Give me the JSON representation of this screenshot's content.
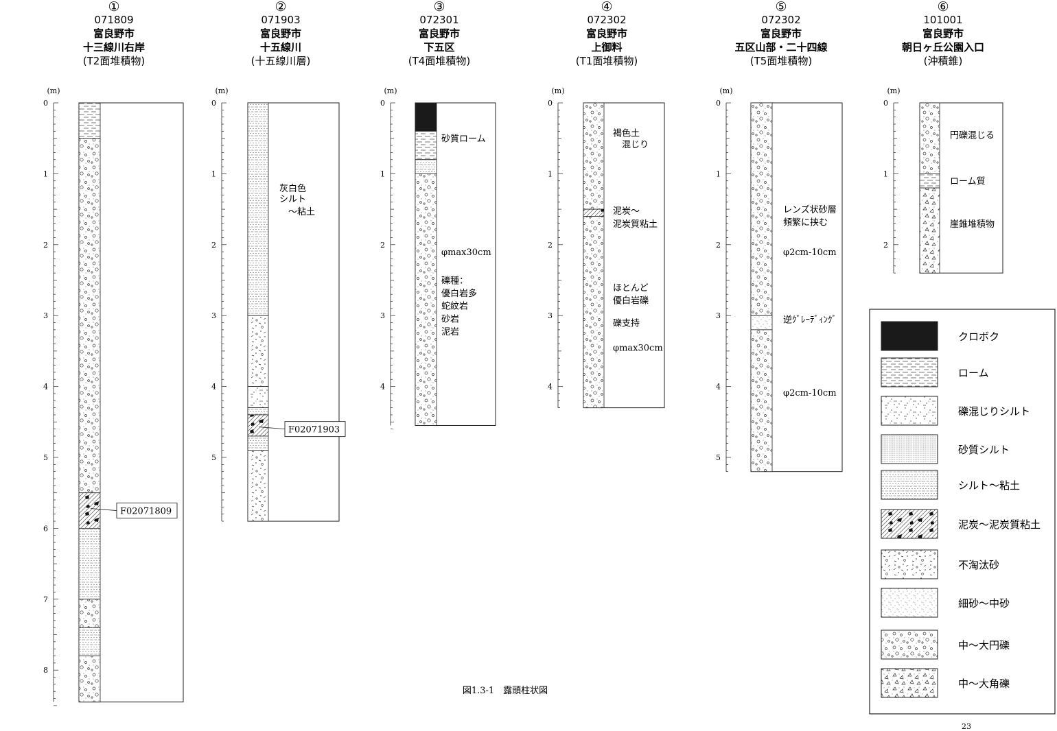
{
  "columns": [
    {
      "num": "①",
      "code": "071809",
      "city": "富良野市",
      "place": "十三線川右岸",
      "unit": "(T2面堆積物)",
      "unit_label": "(m)",
      "total_depth": 8.45,
      "ticks": [
        0,
        1,
        2,
        3,
        4,
        5,
        6,
        7,
        8
      ],
      "layers": [
        {
          "from": 0,
          "to": 0.5,
          "type": "loam"
        },
        {
          "from": 0.5,
          "to": 5.5,
          "type": "med_large_round_gravel"
        },
        {
          "from": 5.5,
          "to": 6.0,
          "type": "peat"
        },
        {
          "from": 6.0,
          "to": 7.0,
          "type": "silt_clay"
        },
        {
          "from": 7.0,
          "to": 7.4,
          "type": "med_large_round_gravel"
        },
        {
          "from": 7.4,
          "to": 7.8,
          "type": "silt_clay"
        },
        {
          "from": 7.8,
          "to": 8.45,
          "type": "med_large_round_gravel"
        }
      ],
      "notes": [],
      "samples": [
        {
          "depth": 5.75,
          "id": "F02071809"
        }
      ]
    },
    {
      "num": "②",
      "code": "071903",
      "city": "富良野市",
      "place": "十五線川",
      "unit": "(十五線川層)",
      "unit_label": "(m)",
      "total_depth": 5.9,
      "ticks": [
        0,
        1,
        2,
        3,
        4,
        5
      ],
      "layers": [
        {
          "from": 0,
          "to": 3.0,
          "type": "silt_clay"
        },
        {
          "from": 3.0,
          "to": 4.0,
          "type": "poorly_sorted_sand"
        },
        {
          "from": 4.0,
          "to": 4.3,
          "type": "gravelly_silt"
        },
        {
          "from": 4.3,
          "to": 4.4,
          "type": "silt_clay"
        },
        {
          "from": 4.4,
          "to": 4.7,
          "type": "peat"
        },
        {
          "from": 4.7,
          "to": 4.9,
          "type": "silt_clay"
        },
        {
          "from": 4.9,
          "to": 5.9,
          "type": "poorly_sorted_sand"
        }
      ],
      "notes": [
        {
          "depth": 1.2,
          "text": "灰白色"
        },
        {
          "depth": 1.35,
          "text": "シルト"
        },
        {
          "depth": 1.53,
          "text": "　～粘土"
        }
      ],
      "samples": [
        {
          "depth": 4.6,
          "id": "F02071903"
        }
      ]
    },
    {
      "num": "③",
      "code": "072301",
      "city": "富良野市",
      "place": "下五区",
      "unit": "(T4面堆積物)",
      "unit_label": "(m)",
      "total_depth": 4.55,
      "ticks": [
        0,
        1,
        2,
        3,
        4
      ],
      "layers": [
        {
          "from": 0,
          "to": 0.4,
          "type": "kuroboku"
        },
        {
          "from": 0.4,
          "to": 0.8,
          "type": "loam"
        },
        {
          "from": 0.8,
          "to": 1.0,
          "type": "silt_clay"
        },
        {
          "from": 1.0,
          "to": 4.55,
          "type": "med_large_round_gravel"
        }
      ],
      "notes": [
        {
          "depth": 0.5,
          "text": "砂質ローム"
        },
        {
          "depth": 2.1,
          "text": "φmax30cm"
        },
        {
          "depth": 2.5,
          "text": "礫種："
        },
        {
          "depth": 2.68,
          "text": "優白岩多"
        },
        {
          "depth": 2.86,
          "text": "蛇紋岩"
        },
        {
          "depth": 3.04,
          "text": "砂岩"
        },
        {
          "depth": 3.22,
          "text": "泥岩"
        }
      ],
      "samples": []
    },
    {
      "num": "④",
      "code": "072302",
      "city": "富良野市",
      "place": "上御料",
      "unit": "(T1面堆積物)",
      "unit_label": "(m)",
      "total_depth": 4.3,
      "ticks": [
        0,
        1,
        2,
        3,
        4
      ],
      "layers": [
        {
          "from": 0,
          "to": 1.5,
          "type": "med_large_round_gravel"
        },
        {
          "from": 1.5,
          "to": 1.6,
          "type": "peat"
        },
        {
          "from": 1.6,
          "to": 4.3,
          "type": "med_large_round_gravel"
        }
      ],
      "notes": [
        {
          "depth": 0.42,
          "text": "褐色土"
        },
        {
          "depth": 0.58,
          "text": "　混じり"
        },
        {
          "depth": 1.52,
          "text": "泥炭～"
        },
        {
          "depth": 1.7,
          "text": "泥炭質粘土"
        },
        {
          "depth": 2.6,
          "text": "ほとんど"
        },
        {
          "depth": 2.78,
          "text": "優白岩礫"
        },
        {
          "depth": 3.1,
          "text": "礫支持"
        },
        {
          "depth": 3.45,
          "text": "φmax30cm"
        }
      ],
      "samples": []
    },
    {
      "num": "⑤",
      "code": "072302",
      "city": "富良野市",
      "place": "五区山部・二十四線",
      "unit": "(T5面堆積物)",
      "unit_label": "(m)",
      "total_depth": 5.2,
      "ticks": [
        0,
        1,
        2,
        3,
        4,
        5
      ],
      "layers": [
        {
          "from": 0,
          "to": 3.0,
          "type": "med_large_round_gravel"
        },
        {
          "from": 3.0,
          "to": 3.2,
          "type": "fine_medium_sand"
        },
        {
          "from": 3.2,
          "to": 5.2,
          "type": "med_large_round_gravel"
        }
      ],
      "notes": [
        {
          "depth": 1.5,
          "text": "レンズ状砂層"
        },
        {
          "depth": 1.68,
          "text": "頻繁に挟む"
        },
        {
          "depth": 2.1,
          "text": "φ2cm-10cm"
        },
        {
          "depth": 3.05,
          "text": "逆ｸﾞﾚｰﾃﾞｨﾝｸﾞ"
        },
        {
          "depth": 4.08,
          "text": "φ2cm-10cm"
        }
      ],
      "samples": []
    },
    {
      "num": "⑥",
      "code": "101001",
      "city": "富良野市",
      "place": "朝日ヶ丘公園入口",
      "unit": "(沖積錐)",
      "unit_label": "(m)",
      "total_depth": 2.4,
      "ticks": [
        0,
        1,
        2
      ],
      "layers": [
        {
          "from": 0,
          "to": 1.0,
          "type": "med_large_round_gravel"
        },
        {
          "from": 1.0,
          "to": 1.2,
          "type": "loam"
        },
        {
          "from": 1.2,
          "to": 2.4,
          "type": "med_large_angular_gravel"
        }
      ],
      "notes": [
        {
          "depth": 0.45,
          "text": "円礫混じる"
        },
        {
          "depth": 1.1,
          "text": "ローム質"
        },
        {
          "depth": 1.7,
          "text": "崖錐堆積物"
        }
      ],
      "samples": []
    }
  ],
  "legend": [
    {
      "type": "kuroboku",
      "label": "クロボク"
    },
    {
      "type": "loam",
      "label": "ローム"
    },
    {
      "type": "gravelly_silt",
      "label": "礫混じりシルト"
    },
    {
      "type": "sandy_silt",
      "label": "砂質シルト"
    },
    {
      "type": "silt_clay",
      "label": "シルト～粘土"
    },
    {
      "type": "peat",
      "label": "泥炭～泥炭質粘土"
    },
    {
      "type": "poorly_sorted_sand",
      "label": "不淘汰砂"
    },
    {
      "type": "fine_medium_sand",
      "label": "細砂～中砂"
    },
    {
      "type": "med_large_round_gravel",
      "label": "中～大円礫"
    },
    {
      "type": "med_large_angular_gravel",
      "label": "中～大角礫"
    }
  ],
  "caption": "図1.3-1　露頭柱状図",
  "page_number": "23"
}
